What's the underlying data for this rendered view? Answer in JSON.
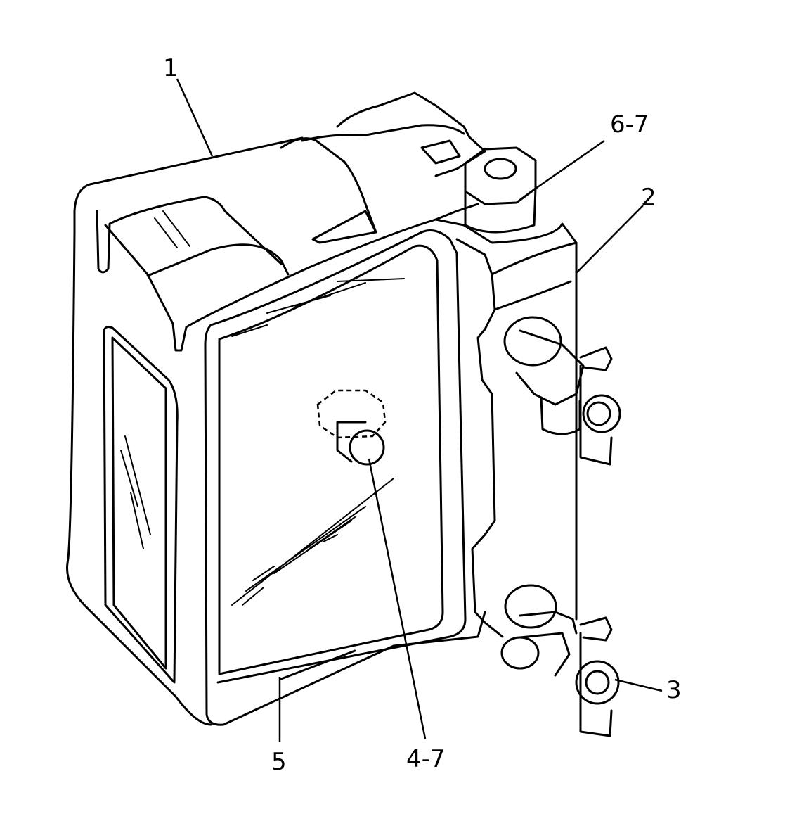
{
  "callouts": {
    "part_1": "1",
    "part_2": "2",
    "part_3": "3",
    "part_4_7": "4-7",
    "part_5": "5",
    "part_6_7": "6-7"
  },
  "colors": {
    "ink": "#000000",
    "paper": "#ffffff"
  }
}
